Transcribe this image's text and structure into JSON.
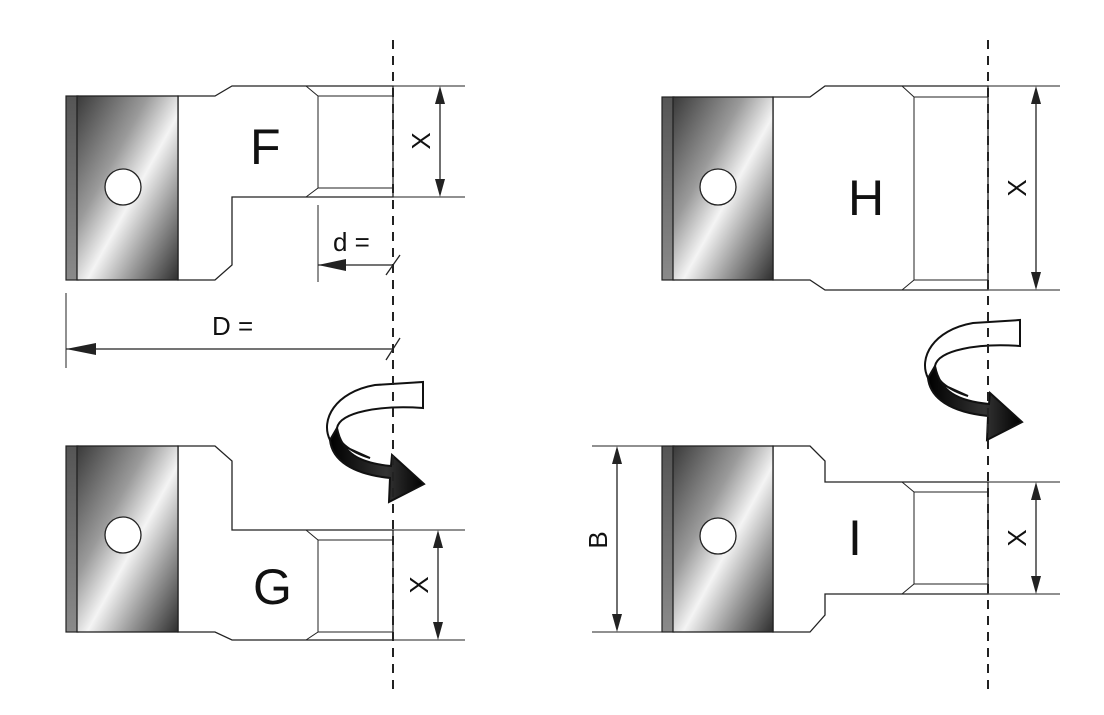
{
  "diagram": {
    "labels": {
      "F": "F",
      "G": "G",
      "H": "H",
      "I": "I"
    },
    "dimensions": {
      "x": "X",
      "d": "d =",
      "D": "D =",
      "B": "B"
    }
  }
}
